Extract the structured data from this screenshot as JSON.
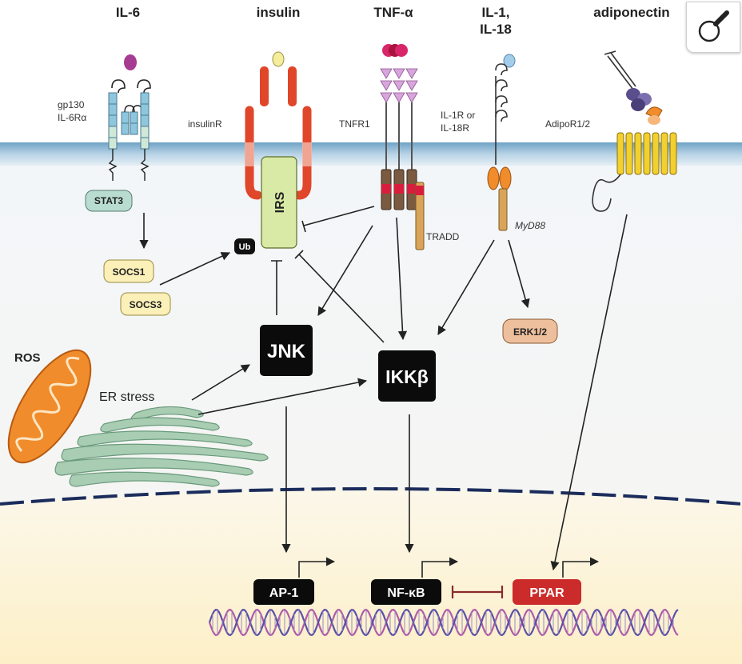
{
  "ligands": {
    "il6": "IL-6",
    "insulin": "insulin",
    "tnf": "TNF-α",
    "il1_line1": "IL-1,",
    "il1_line2": "IL-18",
    "adiponectin": "adiponectin"
  },
  "receptors": {
    "gp130": "gp130",
    "il6r": "IL-6Rα",
    "insulinr": "insulinR",
    "tnfr1": "TNFR1",
    "il1r_line1": "IL-1R or",
    "il1r_line2": "IL-18R",
    "adipor": "AdipoR1/2"
  },
  "adaptors": {
    "stat3": "STAT3",
    "irs": "IRS",
    "ub": "Ub",
    "tradd": "TRADD",
    "myd88": "MyD88",
    "socs1": "SOCS1",
    "socs3": "SOCS3",
    "erk": "ERK1/2"
  },
  "kinases": {
    "jnk": "JNK",
    "ikk": "IKKβ"
  },
  "stress": {
    "ros": "ROS",
    "er": "ER stress"
  },
  "transcription_factors": {
    "ap1": "AP-1",
    "nfkb": "NF-κB",
    "ppar": "PPAR"
  },
  "icons": {
    "zoom": "magnifier-icon"
  },
  "colors": {
    "membrane": "#8fb8d4",
    "nucleus_bg": "#fdf4d4",
    "irs_fill": "#d9e9a6",
    "socs_fill": "#fbf0b8",
    "stat3_fill": "#b8ddd0",
    "erk_fill": "#edbf9c",
    "ppar_fill": "#cc2b2b",
    "insulin_receptor": "#e0462a",
    "tnf_ligand": "#d8266a",
    "tnfr_triangles": "#d8a6dc",
    "adipor_fill": "#f2d02e",
    "er_fill": "#a8cdb3",
    "mito_fill": "#f08c2c",
    "dna_strand_a": "#b05aa8",
    "dna_strand_b": "#5a4fa6"
  }
}
